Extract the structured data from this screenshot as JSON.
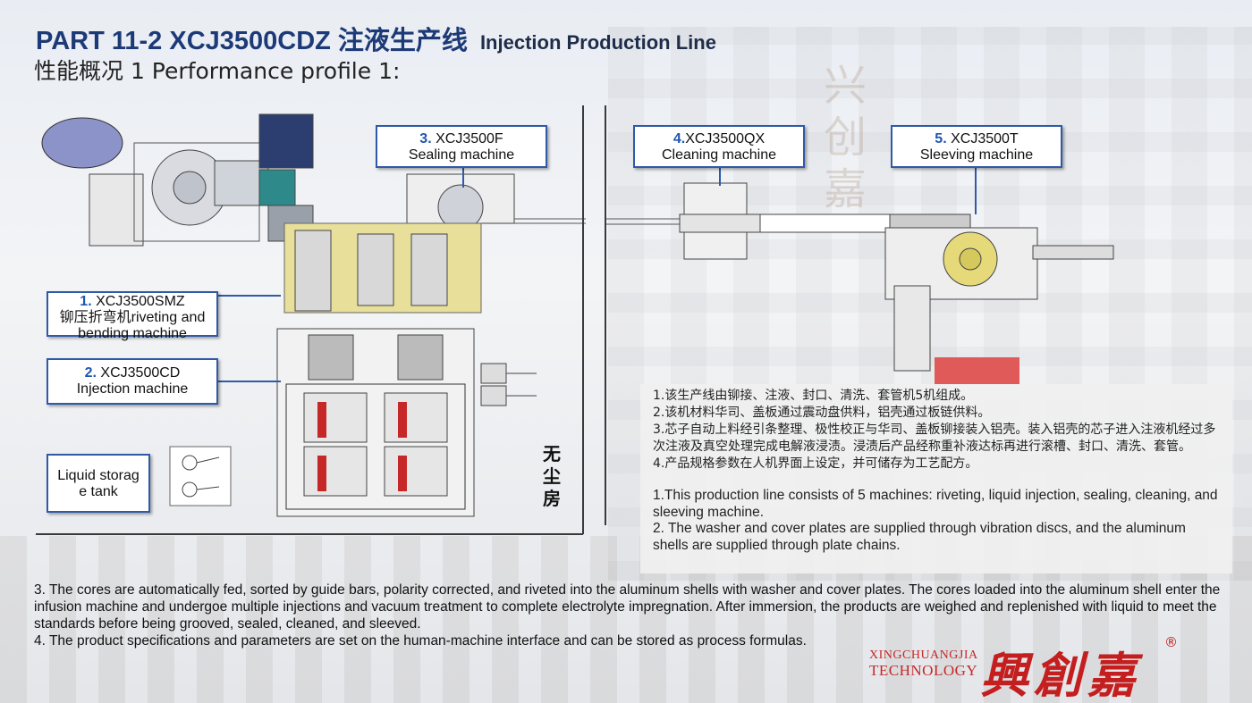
{
  "header": {
    "part": "PART 11-2  XCJ3500CDZ 注液生产线",
    "title_en": "Injection Production Line",
    "subtitle": "性能概况 1  Performance profile 1:"
  },
  "machines": [
    {
      "num": "1.",
      "model": " XCJ3500SMZ",
      "line2": "铆压折弯机riveting and",
      "line3": "bending machine"
    },
    {
      "num": "2.",
      "model": " XCJ3500CD",
      "line2": "Injection machine"
    },
    {
      "num": "3.",
      "model": " XCJ3500F",
      "line2": "Sealing machine"
    },
    {
      "num": "4.",
      "model": "XCJ3500QX",
      "line2": "Cleaning machine"
    },
    {
      "num": "5.",
      "model": " XCJ3500T",
      "line2": "Sleeving machine"
    }
  ],
  "tank_label": {
    "line1": "Liquid storag",
    "line2": "e tank"
  },
  "dust_free": [
    "无",
    "尘",
    "房"
  ],
  "notes_cn": [
    "1.该生产线由铆接、注液、封口、清洗、套管机5机组成。",
    "2.该机材料华司、盖板通过震动盘供料，铝壳通过板链供料。",
    "3.芯子自动上料经引条整理、极性校正与华司、盖板铆接装入铝壳。装入铝壳的芯子进入注液机经过多次注液及真空处理完成电解液浸渍。浸渍后产品经称重补液达标再进行滚槽、封口、清洗、套管。",
    "4.产品规格参数在人机界面上设定，并可储存为工艺配方。"
  ],
  "notes_en": [
    "1.This production line consists of 5 machines: riveting, liquid injection, sealing, cleaning, and sleeving machine.",
    "2. The washer and cover plates are supplied through vibration discs, and the aluminum shells are supplied through plate chains."
  ],
  "bottom_notes": [
    "3. The cores are  automatically fed, sorted by guide bars, polarity corrected, and riveted into the aluminum shells with washer and cover plates. The cores  loaded into the aluminum shell enter the infusion machine and undergoe multiple injections and vacuum treatment to complete electrolyte impregnation. After immersion, the products are weighed and replenished with liquid to meet the standards before being grooved, sealed, cleaned, and sleeved.",
    "4. The product specifications and parameters are set on the human-machine interface and can be stored as process formulas."
  ],
  "logo": {
    "en_line1": "XINGCHUANGJIA",
    "en_line2": "TECHNOLOGY",
    "cn": "興創嘉",
    "reg": "®"
  },
  "colors": {
    "title_blue": "#1d3a78",
    "label_border": "#2f5aa8",
    "number_blue": "#1f56b0",
    "brand_red": "#c41e1e"
  }
}
